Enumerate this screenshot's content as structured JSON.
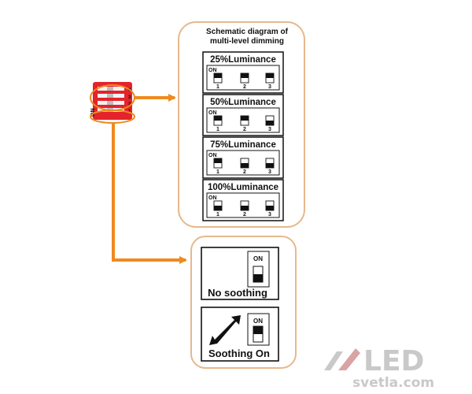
{
  "schematic": {
    "title_line1": "Schematic diagram of",
    "title_line2": "multi-level dimming"
  },
  "dimming_levels": [
    {
      "label": "25%Luminance",
      "on_label": "ON",
      "switch_numbers": [
        "1",
        "2",
        "3"
      ],
      "switch_states": [
        "up",
        "up",
        "up"
      ]
    },
    {
      "label": "50%Luminance",
      "on_label": "ON",
      "switch_numbers": [
        "1",
        "2",
        "3"
      ],
      "switch_states": [
        "up",
        "up",
        "down"
      ]
    },
    {
      "label": "75%Luminance",
      "on_label": "ON",
      "switch_numbers": [
        "1",
        "2",
        "3"
      ],
      "switch_states": [
        "up",
        "down",
        "down"
      ]
    },
    {
      "label": "100%Luminance",
      "on_label": "ON",
      "switch_numbers": [
        "1",
        "2",
        "3"
      ],
      "switch_states": [
        "down",
        "down",
        "down"
      ]
    }
  ],
  "soothing": {
    "no_soothing_label": "No soothing",
    "no_soothing_on_label": "ON",
    "no_soothing_state": "down",
    "soothing_on_label": "Soothing On",
    "soothing_on_on_label": "ON",
    "soothing_on_state": "up"
  },
  "dip_module": {
    "on_label": "ON",
    "numbers": [
      "1",
      "2",
      "3",
      "4"
    ]
  },
  "logo": {
    "brand": "LED",
    "url": "svetla.com"
  },
  "colors": {
    "orange": "#ef8a1e",
    "red": "#e4232b",
    "frame": "#e6b98c"
  }
}
